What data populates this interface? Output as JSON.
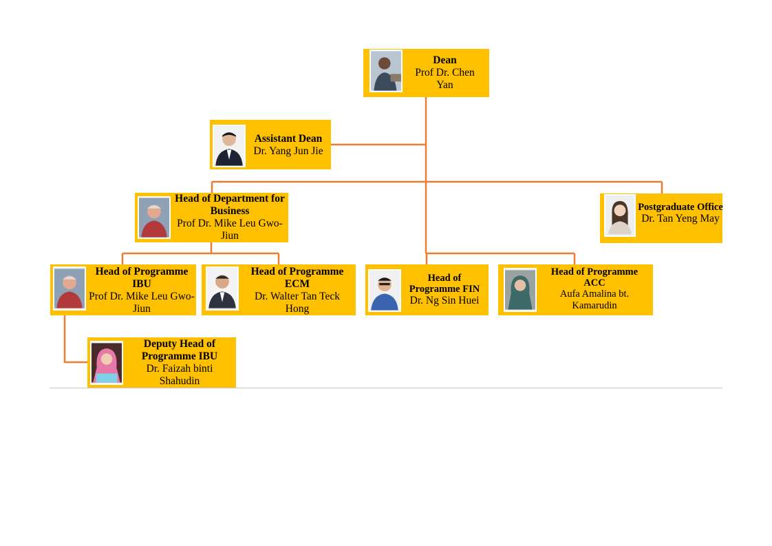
{
  "colors": {
    "box_fill": "#FFC000",
    "connector": "#ED7D31",
    "text": "#000000"
  },
  "nodes": {
    "dean": {
      "role": "Dean",
      "name": "Prof Dr. Chen Yan",
      "photo_icon": "person-photo-icon"
    },
    "assistant_dean": {
      "role": "Assistant Dean",
      "name": "Dr. Yang Jun Jie",
      "photo_icon": "person-photo-icon"
    },
    "hod_business": {
      "role": "Head of Department for Business",
      "name": "Prof Dr. Mike Leu Gwo-Jiun",
      "photo_icon": "person-photo-icon"
    },
    "postgraduate_office": {
      "role": "Postgraduate Office",
      "name": "Dr. Tan Yeng May",
      "photo_icon": "person-photo-icon"
    },
    "hop_ibu": {
      "role": "Head of Programme IBU",
      "name": "Prof Dr. Mike Leu Gwo-Jiun",
      "photo_icon": "person-photo-icon"
    },
    "hop_ecm": {
      "role": "Head of Programme ECM",
      "name": "Dr. Walter Tan Teck Hong",
      "photo_icon": "person-photo-icon"
    },
    "hop_fin": {
      "role": "Head of Programme FIN",
      "name": "Dr. Ng Sin Huei",
      "photo_icon": "person-photo-icon"
    },
    "hop_acc": {
      "role": "Head of Programme ACC",
      "name": "Aufa Amalina bt. Kamarudin",
      "photo_icon": "person-photo-icon"
    },
    "deputy_ibu": {
      "role": "Deputy Head of Programme IBU",
      "name": "Dr. Faizah binti Shahudin",
      "photo_icon": "person-photo-icon"
    }
  }
}
